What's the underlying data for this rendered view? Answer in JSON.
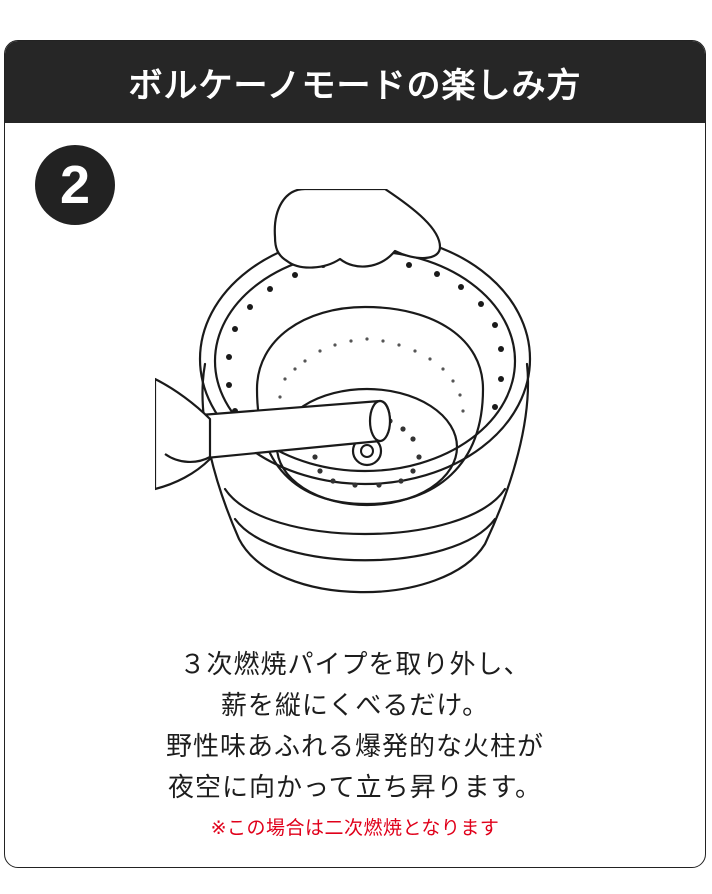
{
  "header": {
    "title": "ボルケーノモードの楽しみ方"
  },
  "step": {
    "number": "2"
  },
  "description": {
    "lines": [
      "３次燃焼パイプを取り外し、",
      "薪を縦にくべるだけ。",
      "野性味あふれる爆発的な火柱が",
      "夜空に向かって立ち昇ります。"
    ],
    "note": "※この場合は二次燃焼となります"
  },
  "colors": {
    "header_bg": "#262626",
    "note": "#e0001a"
  },
  "illustration": {
    "name": "stove-pipe-removal-illustration"
  }
}
